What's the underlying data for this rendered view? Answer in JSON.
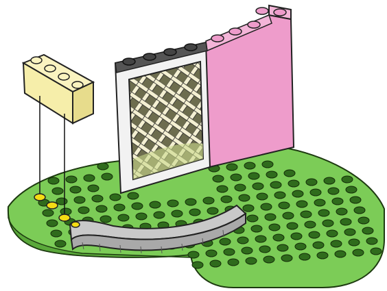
{
  "illustration": {
    "kind": "assembly-instruction-step",
    "parts": [
      {
        "name": "yellow-brick-1x4",
        "color": "#f6eeaa",
        "studs": 4
      },
      {
        "name": "white-window-frame",
        "color": "#f2f2f2"
      },
      {
        "name": "lattice-panel",
        "color": "#f4f0d2"
      },
      {
        "name": "pink-wall-panel",
        "color": "#ee9ccb"
      },
      {
        "name": "grey-curved-wall",
        "color": "#c9c9c9"
      },
      {
        "name": "green-baseplate",
        "color": "#7ccc57"
      }
    ],
    "highlight_color": "#f4dc14",
    "placement_guides": 2
  }
}
